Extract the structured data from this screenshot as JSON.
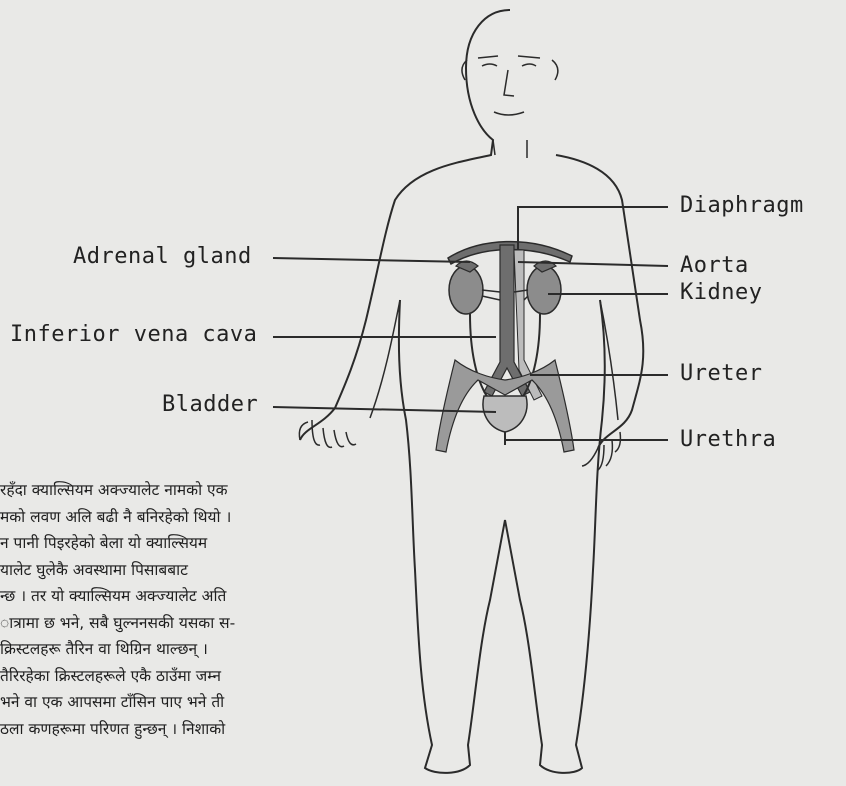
{
  "labels": {
    "adrenal_gland": "Adrenal gland",
    "inferior_vena_cava": "Inferior vena cava",
    "bladder": "Bladder",
    "diaphragm": "Diaphragm",
    "aorta": "Aorta",
    "kidney": "Kidney",
    "ureter": "Ureter",
    "urethra": "Urethra"
  },
  "paragraph_lines": [
    "रहँदा क्याल्सियम अक्ज्यालेट नामको एक",
    "मको लवण अलि बढी नै बनिरहेको थियो ।",
    "न पानी पिइरहेको बेला यो क्याल्सियम",
    "यालेट घुलेकै अवस्थामा पिसाबबाट",
    "न्छ । तर यो क्याल्सियम अक्ज्यालेट अति",
    "ात्रामा छ भने, सबै घुल्ननसकी यसका स-",
    " क्रिस्टलहरू तैरिन वा थिग्रिन थाल्छन् ।",
    " तैरिरहेका क्रिस्टलहरूले एकै ठाउँमा जम्न",
    "भने वा एक आपसमा टाँसिन पाए भने ती",
    "ठला कणहरूमा परिणत हुन्छन् । निशाको"
  ],
  "colors": {
    "line": "#2b2b2b",
    "organ_dark": "#6e6e6e",
    "organ_mid": "#8c8c8c",
    "organ_light": "#bcbcbc"
  }
}
